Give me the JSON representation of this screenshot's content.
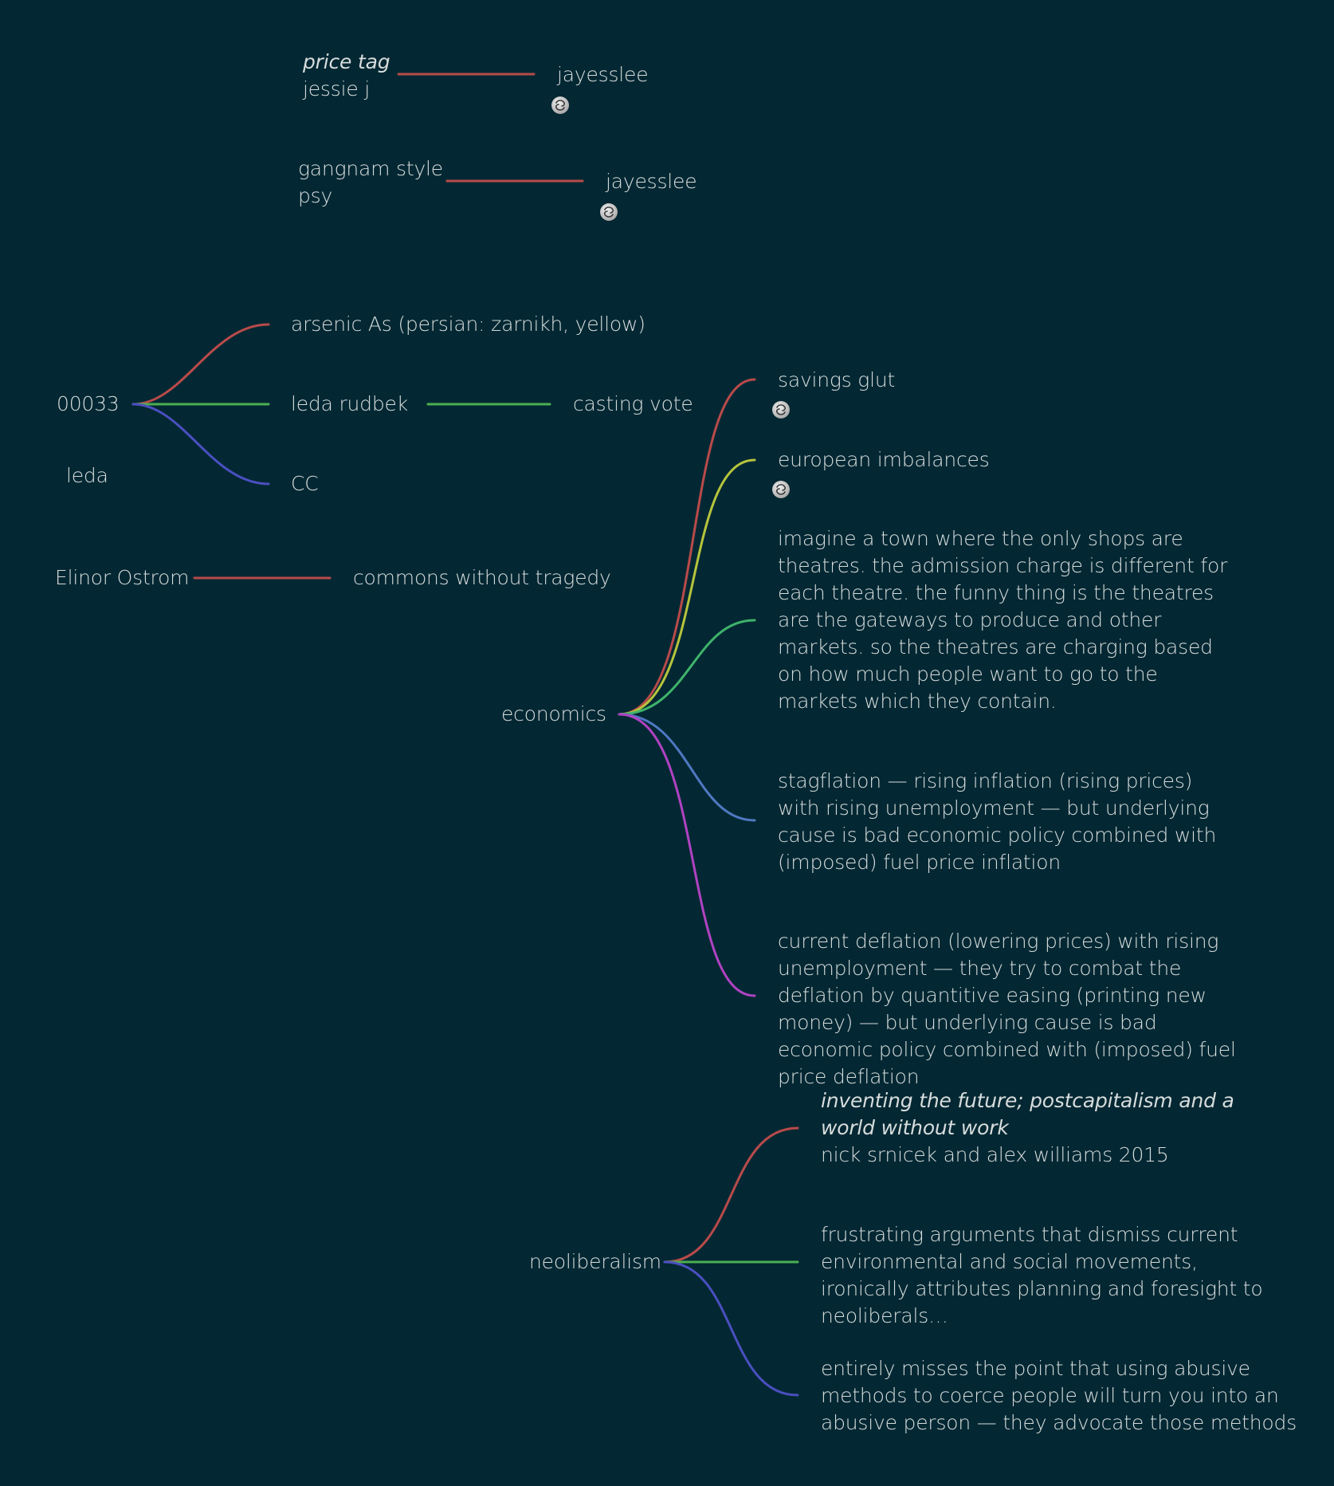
{
  "colors": {
    "background": "#032833",
    "text": "#d7dcdc",
    "red": "#b94a4a",
    "green": "#4caf50",
    "blue": "#4b4fc0",
    "yellow_green": "#b6c43c",
    "teal_green": "#3fb36b",
    "steel_blue": "#4f78c2",
    "purple": "#b042c2"
  },
  "nodes": {
    "price_tag": {
      "title": "price tag",
      "artist": "jessie j"
    },
    "jayesslee_1": "jayesslee",
    "gangnam": {
      "title": "gangnam style",
      "artist": "psy"
    },
    "jayesslee_2": "jayesslee",
    "n00033": "00033",
    "leda": "leda",
    "arsenic": "arsenic As (persian: zarnikh, yellow)",
    "leda_rudbek": "leda rudbek",
    "casting_vote": "casting vote",
    "cc": "CC",
    "ostrom": "Elinor Ostrom",
    "commons": "commons without tragedy",
    "economics": "economics",
    "savings_glut": "savings glut",
    "european_imbalances": "european imbalances",
    "theatres": "imagine a town where the only shops are theatres. the admission charge is different for each theatre. the funny thing is the theatres are the gateways to produce and other markets. so the theatres are charging based on how much people want to go to the markets which they contain.",
    "stagflation": "stagflation — rising inflation (rising prices) with rising unemployment — but underlying cause is bad economic policy combined with (imposed) fuel price inflation",
    "deflation": "current deflation (lowering prices) with rising unemployment — they try to combat the deflation by quantitive easing (printing new money) — but underlying cause is bad economic policy combined with (imposed) fuel price deflation",
    "neoliberalism": "neoliberalism",
    "inventing": {
      "title": "inventing the future; postcapitalism and a world without work",
      "authors": "nick srnicek and alex williams 2015"
    },
    "frustrating": "frustrating arguments that dismiss current environmental and social movements, ironically attributes planning and foresight to neoliberals…",
    "entirely": "entirely misses the point that using abusive methods to coerce people will turn you into an abusive person — they advocate those methods"
  },
  "icons": [
    "link-icon",
    "link-icon",
    "link-icon",
    "link-icon"
  ]
}
